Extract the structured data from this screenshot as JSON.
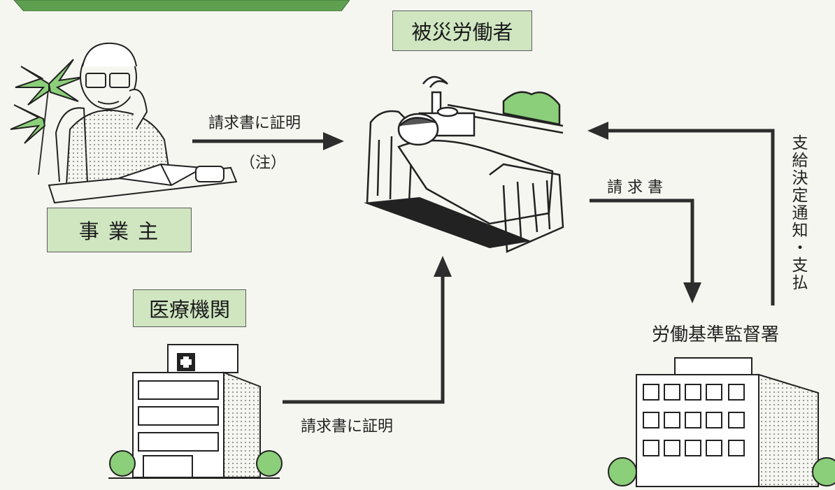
{
  "nodes": {
    "injured_worker": "被災労働者",
    "employer": "事 業 主",
    "medical_institution": "医療機関",
    "labor_office": "労働基準監督署"
  },
  "edges": {
    "employer_to_worker": "請求書に証明",
    "employer_note": "（注）",
    "worker_to_office": "請 求 書",
    "office_to_worker": "支給決定通知・支払",
    "medical_to_worker": "請求書に証明"
  },
  "colors": {
    "label_box": "#cfe6c0",
    "banner": "#7fb069",
    "arrow": "#2d2d2d",
    "shrub": "#8ccf7a"
  }
}
